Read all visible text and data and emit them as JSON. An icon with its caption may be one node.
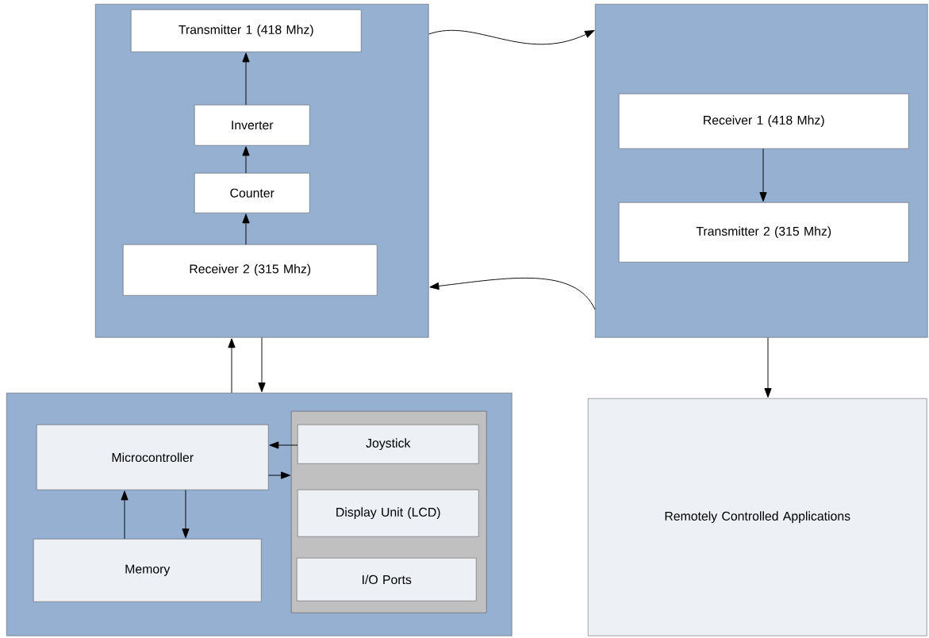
{
  "diagram": {
    "nodes": [
      {
        "text": [],
        "shape": "box"
      },
      {
        "text": [
          "Transmitter 1 (418 Mhz)"
        ],
        "in": 0
      },
      {
        "text": [
          "Inverter"
        ],
        "in": 0
      },
      {
        "text": [
          "Counter"
        ],
        "in": 0
      },
      {
        "text": [
          "Receiver 2 (315 Mhz)"
        ],
        "in": 0
      },
      {
        "text": [],
        "shape": "box"
      },
      {
        "text": [
          "Receiver 1 (418 Mhz)"
        ],
        "in": 5
      },
      {
        "text": [
          "Transmitter 2 (315 Mhz)"
        ],
        "in": 5
      },
      {
        "text": [],
        "shape": "box"
      },
      {
        "text": [
          "Microcontroller"
        ],
        "in": 8
      },
      {
        "text": [
          "Memory"
        ],
        "in": 8
      },
      {
        "text": [],
        "shape": "box",
        "in": 8
      },
      {
        "text": [
          "Joystick"
        ],
        "in": 11
      },
      {
        "text": [
          "Display Unit (LCD)"
        ],
        "in": 11
      },
      {
        "text": [
          "I/O Ports"
        ],
        "in": 11
      },
      {
        "text": [
          "Remotely Controlled Applications"
        ]
      }
    ],
    "edges": [
      {
        "from": 4,
        "to": 3,
        "arrow": "to"
      },
      {
        "from": 3,
        "to": 2,
        "arrow": "to"
      },
      {
        "from": 2,
        "to": 1,
        "arrow": "to"
      },
      {
        "from": 6,
        "to": 7,
        "arrow": "to"
      },
      {
        "from": 0,
        "to": 5,
        "arrow": "to"
      },
      {
        "from": 5,
        "to": 0,
        "arrow": "to"
      },
      {
        "from": 8,
        "to": 0,
        "arrow": "to"
      },
      {
        "from": 0,
        "to": 8,
        "arrow": "to"
      },
      {
        "from": 12,
        "to": 9,
        "arrow": "to"
      },
      {
        "from": 9,
        "to": 11,
        "arrow": "to"
      },
      {
        "from": 10,
        "to": 9,
        "arrow": "to"
      },
      {
        "from": 9,
        "to": 10,
        "arrow": "to"
      },
      {
        "from": 5,
        "to": 15,
        "arrow": "to"
      }
    ]
  }
}
